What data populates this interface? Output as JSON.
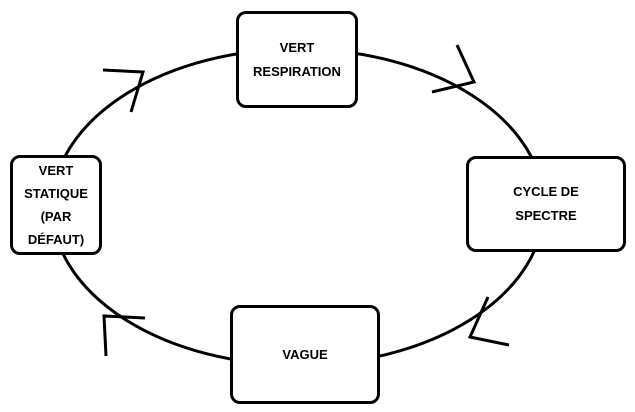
{
  "diagram": {
    "colors": {
      "stroke": "#000000",
      "fill": "#ffffff"
    },
    "nodes": [
      {
        "id": "respiration",
        "label": "VERT RESPIRATION",
        "lines": [
          "VERT",
          "RESPIRATION"
        ]
      },
      {
        "id": "spectre",
        "label": "CYCLE DE SPECTRE",
        "lines": [
          "CYCLE DE",
          "SPECTRE"
        ]
      },
      {
        "id": "vague",
        "label": "VAGUE",
        "lines": [
          "VAGUE"
        ]
      },
      {
        "id": "statique",
        "label": "VERT STATIQUE (PAR DÉFAUT)",
        "lines": [
          "VERT",
          "STATIQUE",
          "(PAR",
          "DÉFAUT)"
        ]
      }
    ],
    "cycle_order": [
      "statique",
      "respiration",
      "spectre",
      "vague",
      "statique"
    ]
  }
}
